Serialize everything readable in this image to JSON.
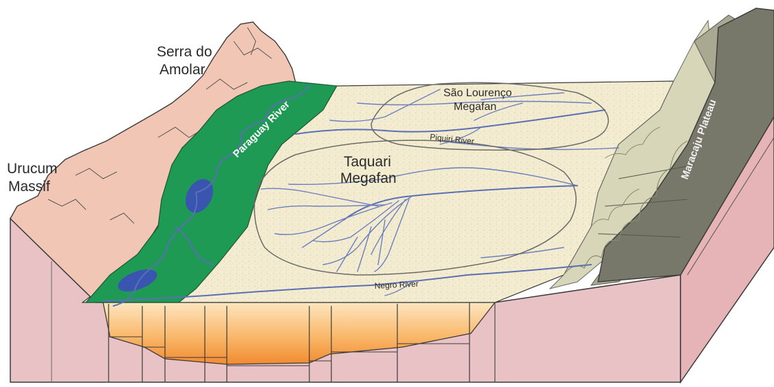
{
  "labels": {
    "serra_line1": "Serra do",
    "serra_line2": "Amolar",
    "urucum_line1": "Urucum",
    "urucum_line2": "Massif",
    "sao_lourenco_line1": "São Lourenço",
    "sao_lourenco_line2": "Megafan",
    "taquari_line1": "Taquari",
    "taquari_line2": "Megafan",
    "piquiri": "Piquiri River",
    "negro": "Negro River",
    "paraguay": "Paraguay River",
    "maracaju": "Maracaju Plateau"
  },
  "colors": {
    "mountain": "#f2c6b4",
    "floodplain": "#1e9a55",
    "lake": "#3a55b0",
    "fan_surface": "#f3ecd0",
    "plateau_dark": "#77776a",
    "plateau_light": "#a9a992",
    "base_block": "#e8c2c4",
    "orange_subsurface": "#f6a24a",
    "river": "#5a6fb5"
  }
}
